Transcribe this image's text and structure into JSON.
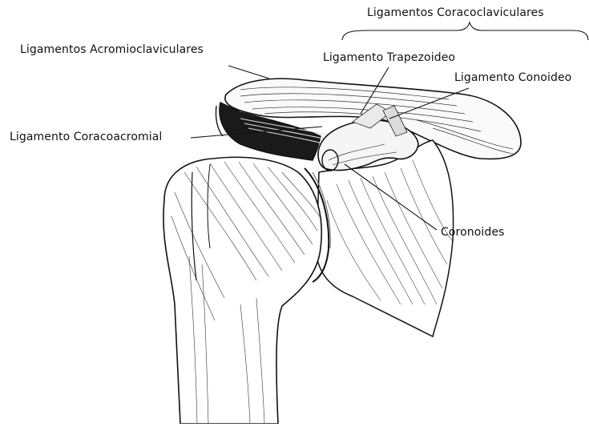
{
  "labels": {
    "coracoclavicular": "Ligamentos Coracoclaviculares",
    "acromioclavicular": "Ligamentos Acromioclaviculares",
    "trapezoid": "Ligamento Trapezoideo",
    "conoid": "Ligamento Conoideo",
    "coracoacromial": "Ligamento Coracoacromial",
    "coronoid": "Coronoides"
  },
  "colors": {
    "ink": "#111111",
    "background": "#ffffff"
  }
}
